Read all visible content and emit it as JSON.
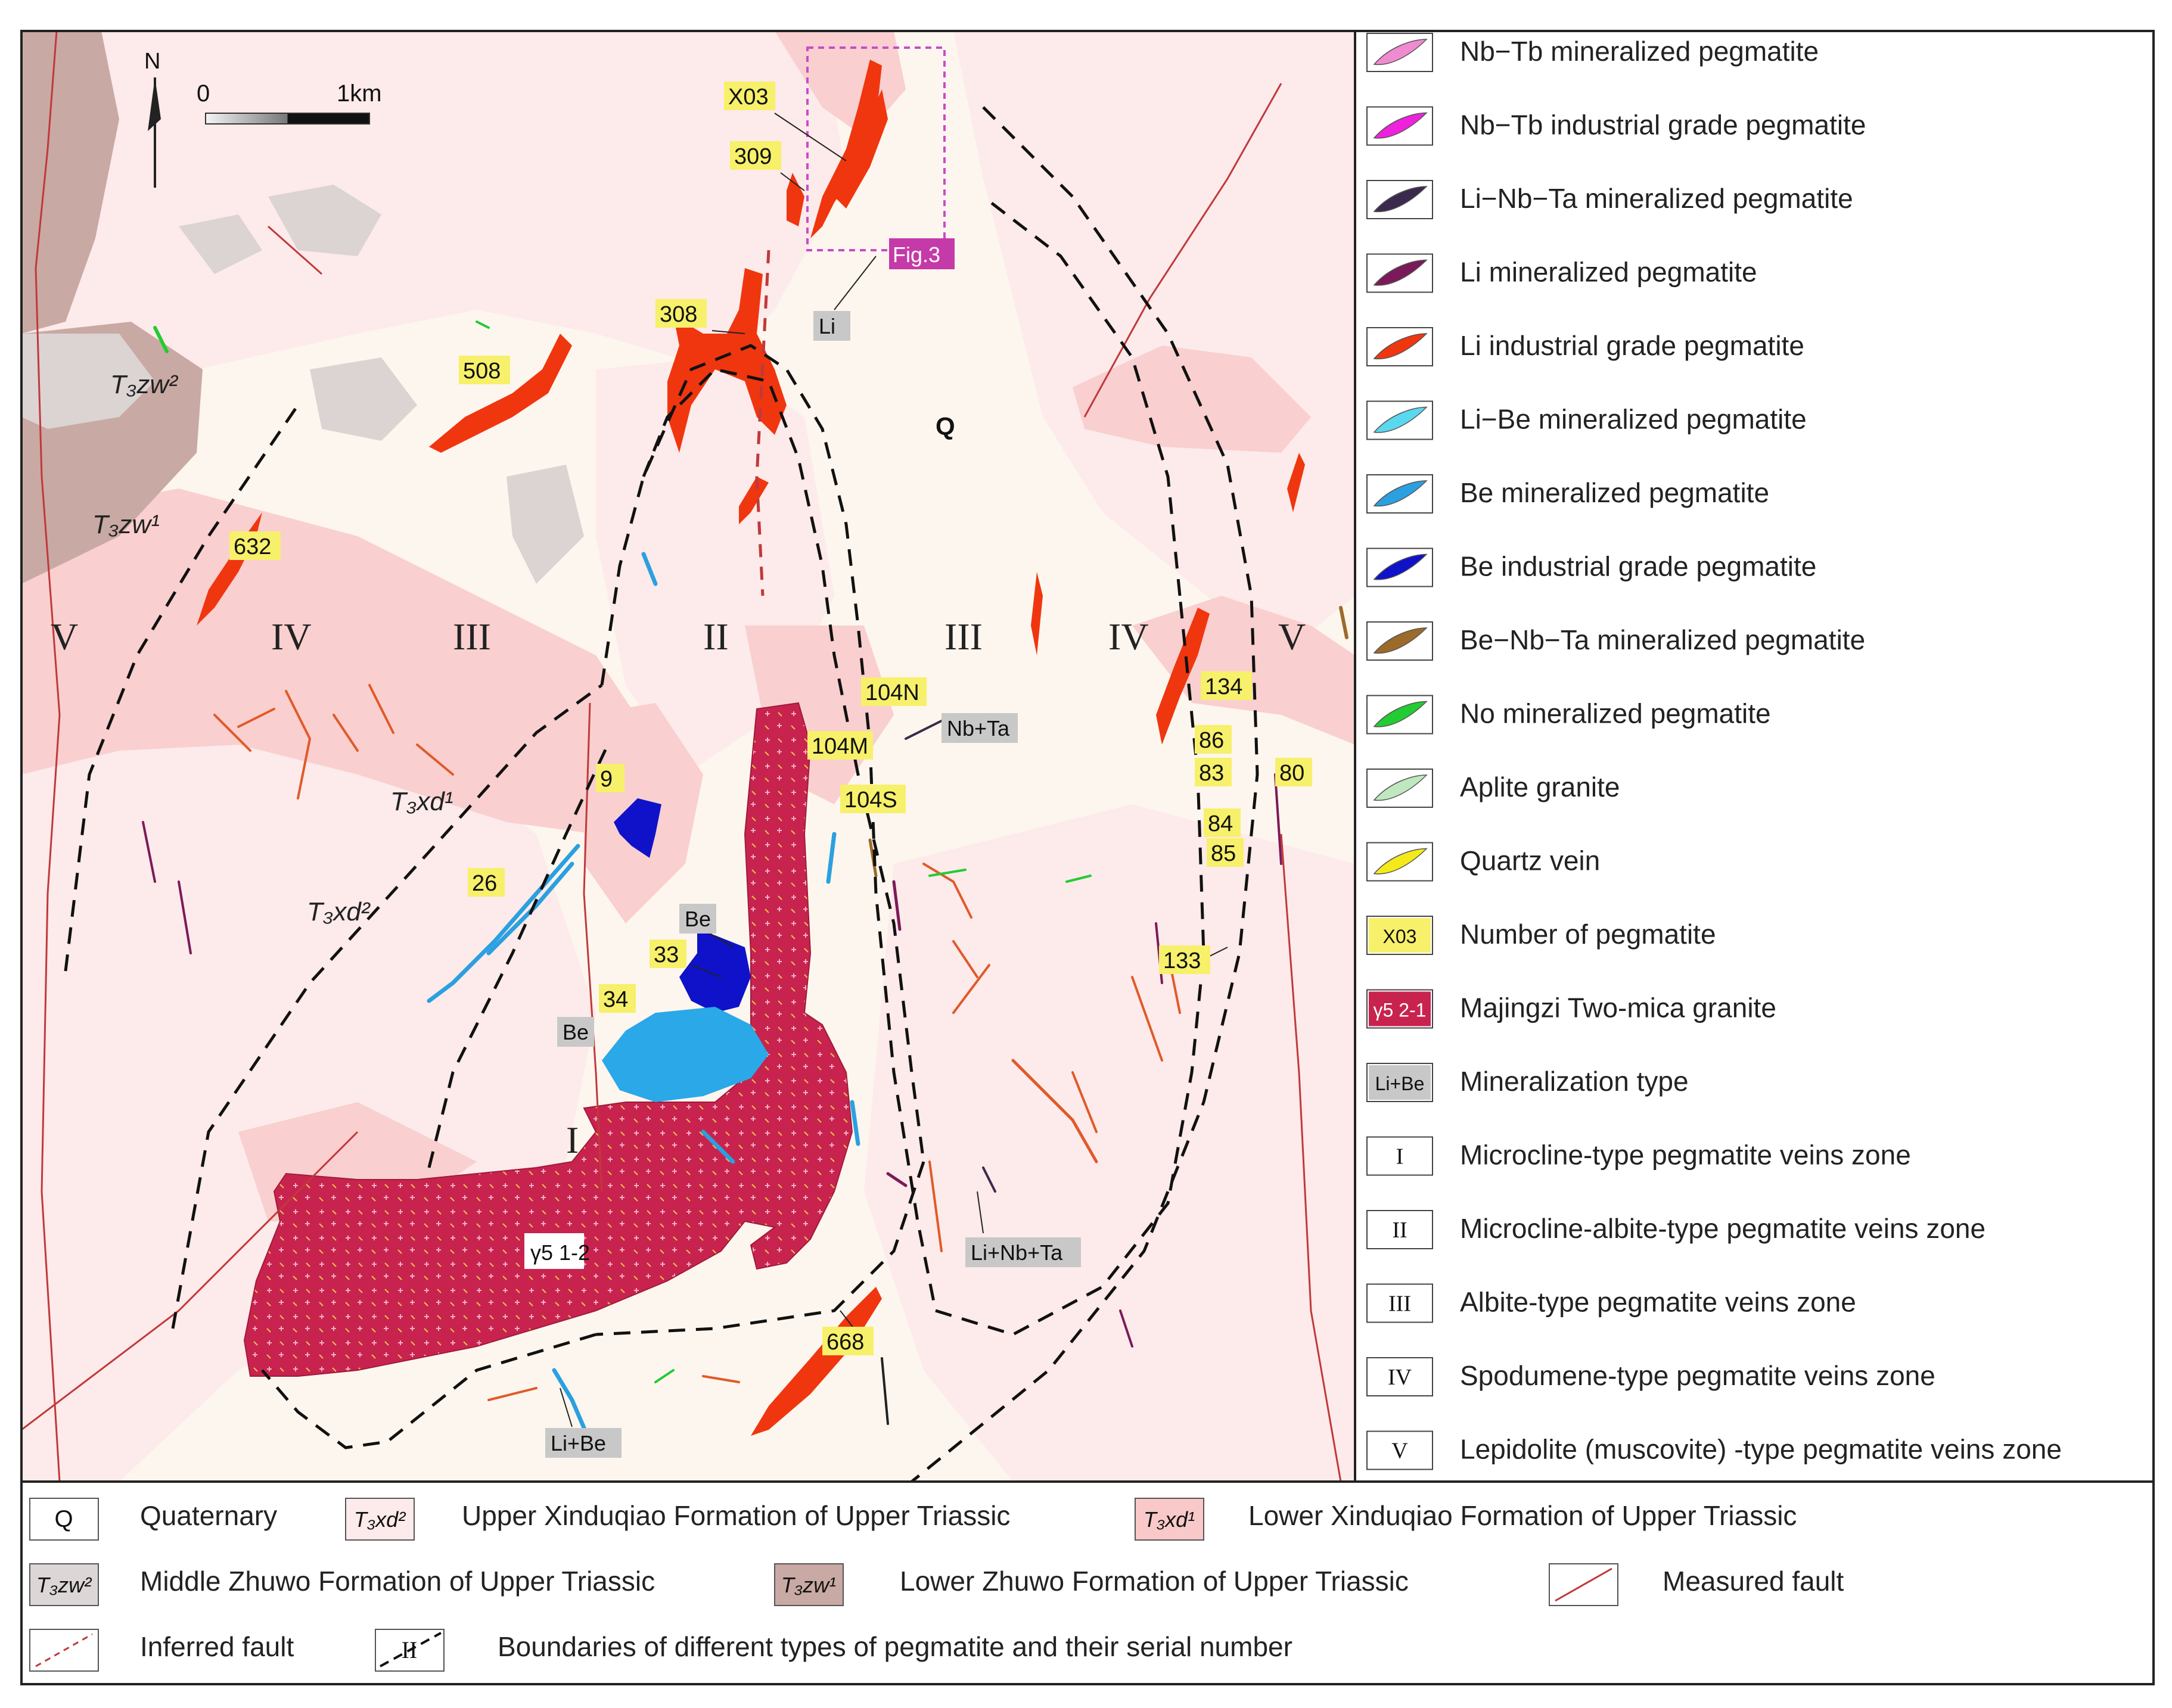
{
  "map": {
    "quaternary_label": "Q",
    "granite_label": "γ5 1-2",
    "north_label": "N",
    "scale_start": "0",
    "scale_end": "1km",
    "figure_box_label": "Fig.3",
    "strata_labels": [
      {
        "sym": "T3zw2",
        "text": "T₃zw²"
      },
      {
        "sym": "T3zw1",
        "text": "T₃zw¹"
      },
      {
        "sym": "T3xd1",
        "text": "T₃xd¹"
      },
      {
        "sym": "T3xd2",
        "text": "T₃xd²"
      }
    ],
    "zone_labels": [
      "V",
      "IV",
      "III",
      "II",
      "III",
      "IV",
      "V",
      "I"
    ],
    "pegmatite_numbers": [
      "X03",
      "309",
      "308",
      "508",
      "632",
      "104N",
      "104M",
      "104S",
      "9",
      "26",
      "33",
      "34",
      "134",
      "86",
      "83",
      "84",
      "85",
      "80",
      "133",
      "668"
    ],
    "mineralization_tags": [
      "Li",
      "Nb+Ta",
      "Be",
      "Be",
      "Li+Nb+Ta",
      "Li+Be"
    ]
  },
  "legend_right": [
    {
      "label": "Nb−Tb mineralized pegmatite",
      "color": "#f08bd0"
    },
    {
      "label": "Nb−Tb industrial grade pegmatite",
      "color": "#ee22dd"
    },
    {
      "label": "Li−Nb−Ta mineralized pegmatite",
      "color": "#3b2a4d"
    },
    {
      "label": "Li mineralized pegmatite",
      "color": "#7b1a5a"
    },
    {
      "label": "Li industrial grade pegmatite",
      "color": "#f0360f"
    },
    {
      "label": "Li−Be mineralized pegmatite",
      "color": "#5ad8f0"
    },
    {
      "label": "Be mineralized pegmatite",
      "color": "#2aa0e0"
    },
    {
      "label": "Be industrial grade pegmatite",
      "color": "#0f12c8"
    },
    {
      "label": "Be−Nb−Ta mineralized pegmatite",
      "color": "#9c6a2a"
    },
    {
      "label": "No mineralized pegmatite",
      "color": "#22cc33"
    },
    {
      "label": "Aplite granite",
      "color": "#bfe8bf"
    },
    {
      "label": "Quartz vein",
      "color": "#f4ea1a"
    },
    {
      "label": "Number of pegmatite",
      "swatch_text": "X03",
      "color": "#f7f06a"
    },
    {
      "label": "Majingzi Two-mica granite",
      "swatch_text": "γ5 2-1",
      "color": "#c8234f"
    },
    {
      "label": "Mineralization type",
      "swatch_text": "Li+Be",
      "color": "#c8c8c8"
    },
    {
      "label": "Microcline-type pegmatite veins zone",
      "swatch_text": "I"
    },
    {
      "label": "Microcline-albite-type pegmatite veins zone",
      "swatch_text": "II"
    },
    {
      "label": "Albite-type pegmatite veins zone",
      "swatch_text": "III"
    },
    {
      "label": "Spodumene-type pegmatite veins zone",
      "swatch_text": "IV"
    },
    {
      "label": "Lepidolite (muscovite) -type pegmatite veins zone",
      "swatch_text": "V"
    }
  ],
  "legend_bottom": [
    {
      "swatch": "Q",
      "label": "Quaternary",
      "color": "#ffffff"
    },
    {
      "swatch": "T₃xd²",
      "label": "Upper Xinduqiao Formation of Upper Triassic",
      "color": "#fdeaea"
    },
    {
      "swatch": "T₃xd¹",
      "label": "Lower Xinduqiao Formation of Upper Triassic",
      "color": "#f9c9c9"
    },
    {
      "swatch": "T₃zw²",
      "label": "Middle Zhuwo Formation of Upper Triassic",
      "color": "#dcd6d6"
    },
    {
      "swatch": "T₃zw¹",
      "label": "Lower Zhuwo Formation of Upper Triassic",
      "color": "#c9a9a4"
    },
    {
      "swatch": "",
      "label": "Measured fault",
      "color": "#ffffff"
    },
    {
      "swatch": "",
      "label": "Inferred fault",
      "color": "#ffffff"
    },
    {
      "swatch": "II",
      "label": "Boundaries of different types of pegmatite and their serial number",
      "color": "#ffffff"
    }
  ]
}
